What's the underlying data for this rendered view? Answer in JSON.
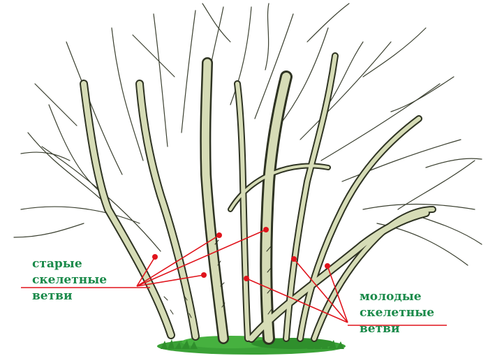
{
  "labels": {
    "old_skeletal": {
      "lines": [
        "старые",
        "скелетные",
        "ветви"
      ],
      "color": "#1a8a4a"
    },
    "young_skeletal": {
      "lines": [
        "молодые",
        "скелетные",
        "ветви"
      ],
      "color": "#1a8a4a"
    }
  },
  "colors": {
    "pointer": "#e0141c",
    "branch_fill": "#d6dcb6",
    "branch_outline": "#2e3322",
    "grass": "#3aa136",
    "background": "#ffffff"
  }
}
